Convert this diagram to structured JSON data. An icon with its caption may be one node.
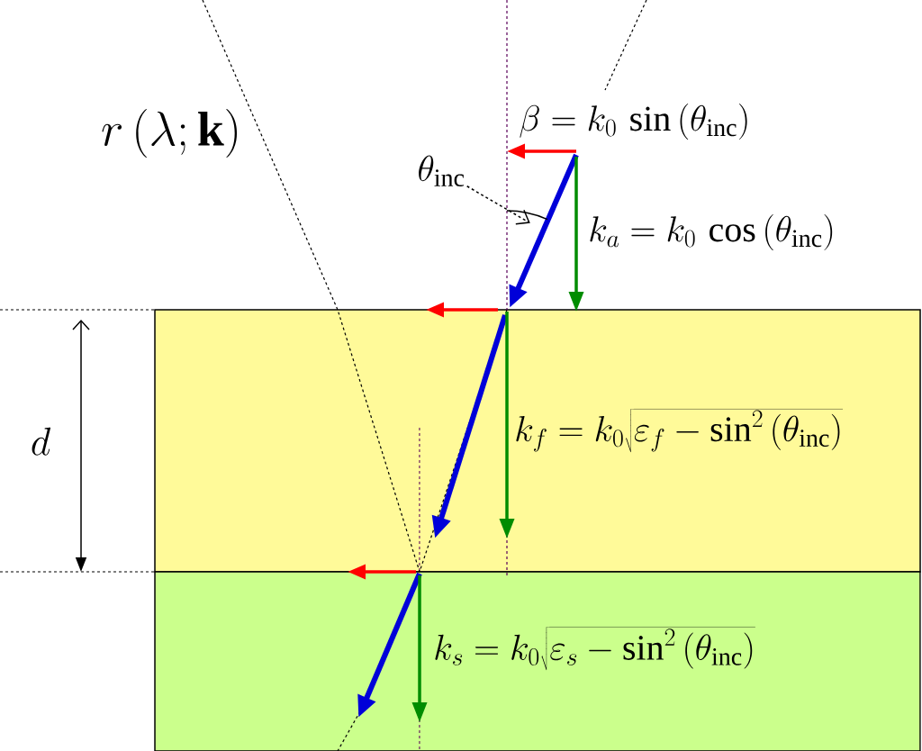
{
  "diagram": {
    "nodes": [
      {
        "text": [
          "\\theta_{\\mathrm{inc}}"
        ]
      },
      {
        "text": [],
        "shape": "arc"
      }
    ],
    "edges": [
      {
        "from": 0,
        "to": 1,
        "arrow": "to",
        "style": "dashed"
      }
    ],
    "labels": [
      "r\\left(\\lambda;\\mathbf{k}\\right)",
      "\\beta = k_0\\,\\sin\\left(\\theta_{\\mathrm{inc}}\\right)",
      "k_a = k_0\\,\\cos\\left(\\theta_{\\mathrm{inc}}\\right)",
      "d",
      "k_f = k_0\\sqrt{\\varepsilon_f - \\sin^2\\left(\\theta_{\\mathrm{inc}}\\right)}",
      "k_s = k_0\\sqrt{\\varepsilon_s - \\sin^2\\left(\\theta_{\\mathrm{inc}}\\right)}"
    ]
  }
}
